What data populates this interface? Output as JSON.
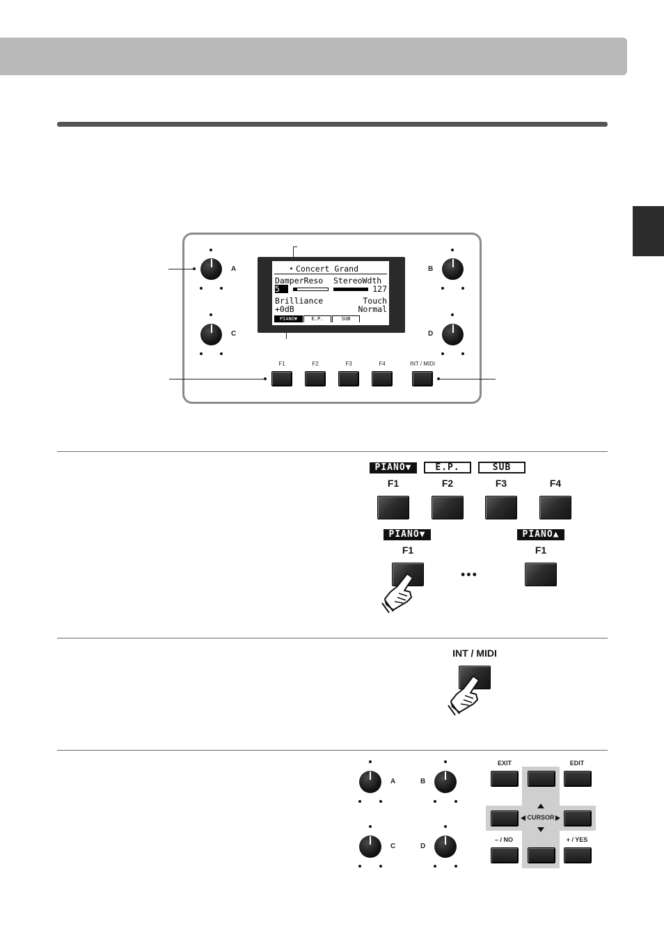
{
  "lcd": {
    "title": "Concert Grand",
    "param1_name": "DamperReso",
    "param1_value": "5",
    "param2_name": "StereoWdth",
    "param2_value": "127",
    "param3_name": "Brilliance",
    "param3_value": "+0dB",
    "param4_name": "Touch",
    "param4_value": "Normal",
    "tab1": "PIANO▼",
    "tab2": "E.P.",
    "tab3": "SUB"
  },
  "panel": {
    "knob_a": "A",
    "knob_b": "B",
    "knob_c": "C",
    "knob_d": "D",
    "f1": "F1",
    "f2": "F2",
    "f3": "F3",
    "f4": "F4",
    "int_midi": "INT / MIDI"
  },
  "function_section": {
    "tab_piano_down": "PIANO▼",
    "tab_ep": "E.P.",
    "tab_sub": "SUB",
    "tab_piano_up": "PIANO▲",
    "f1": "F1",
    "f2": "F2",
    "f3": "F3",
    "f4": "F4",
    "f1_pressed": "F1",
    "f1_result": "F1",
    "ellipsis": "•••"
  },
  "int_midi_section": {
    "label": "INT / MIDI"
  },
  "knobs_section": {
    "a": "A",
    "b": "B",
    "c": "C",
    "d": "D"
  },
  "cursor_section": {
    "exit": "EXIT",
    "edit": "EDIT",
    "cursor": "CURSOR",
    "no": "– / NO",
    "yes": "+ / YES"
  },
  "icons": [
    "pressing-finger-icon",
    "cursor-up-arrow-icon",
    "cursor-down-arrow-icon",
    "cursor-left-arrow-icon",
    "cursor-right-arrow-icon"
  ]
}
